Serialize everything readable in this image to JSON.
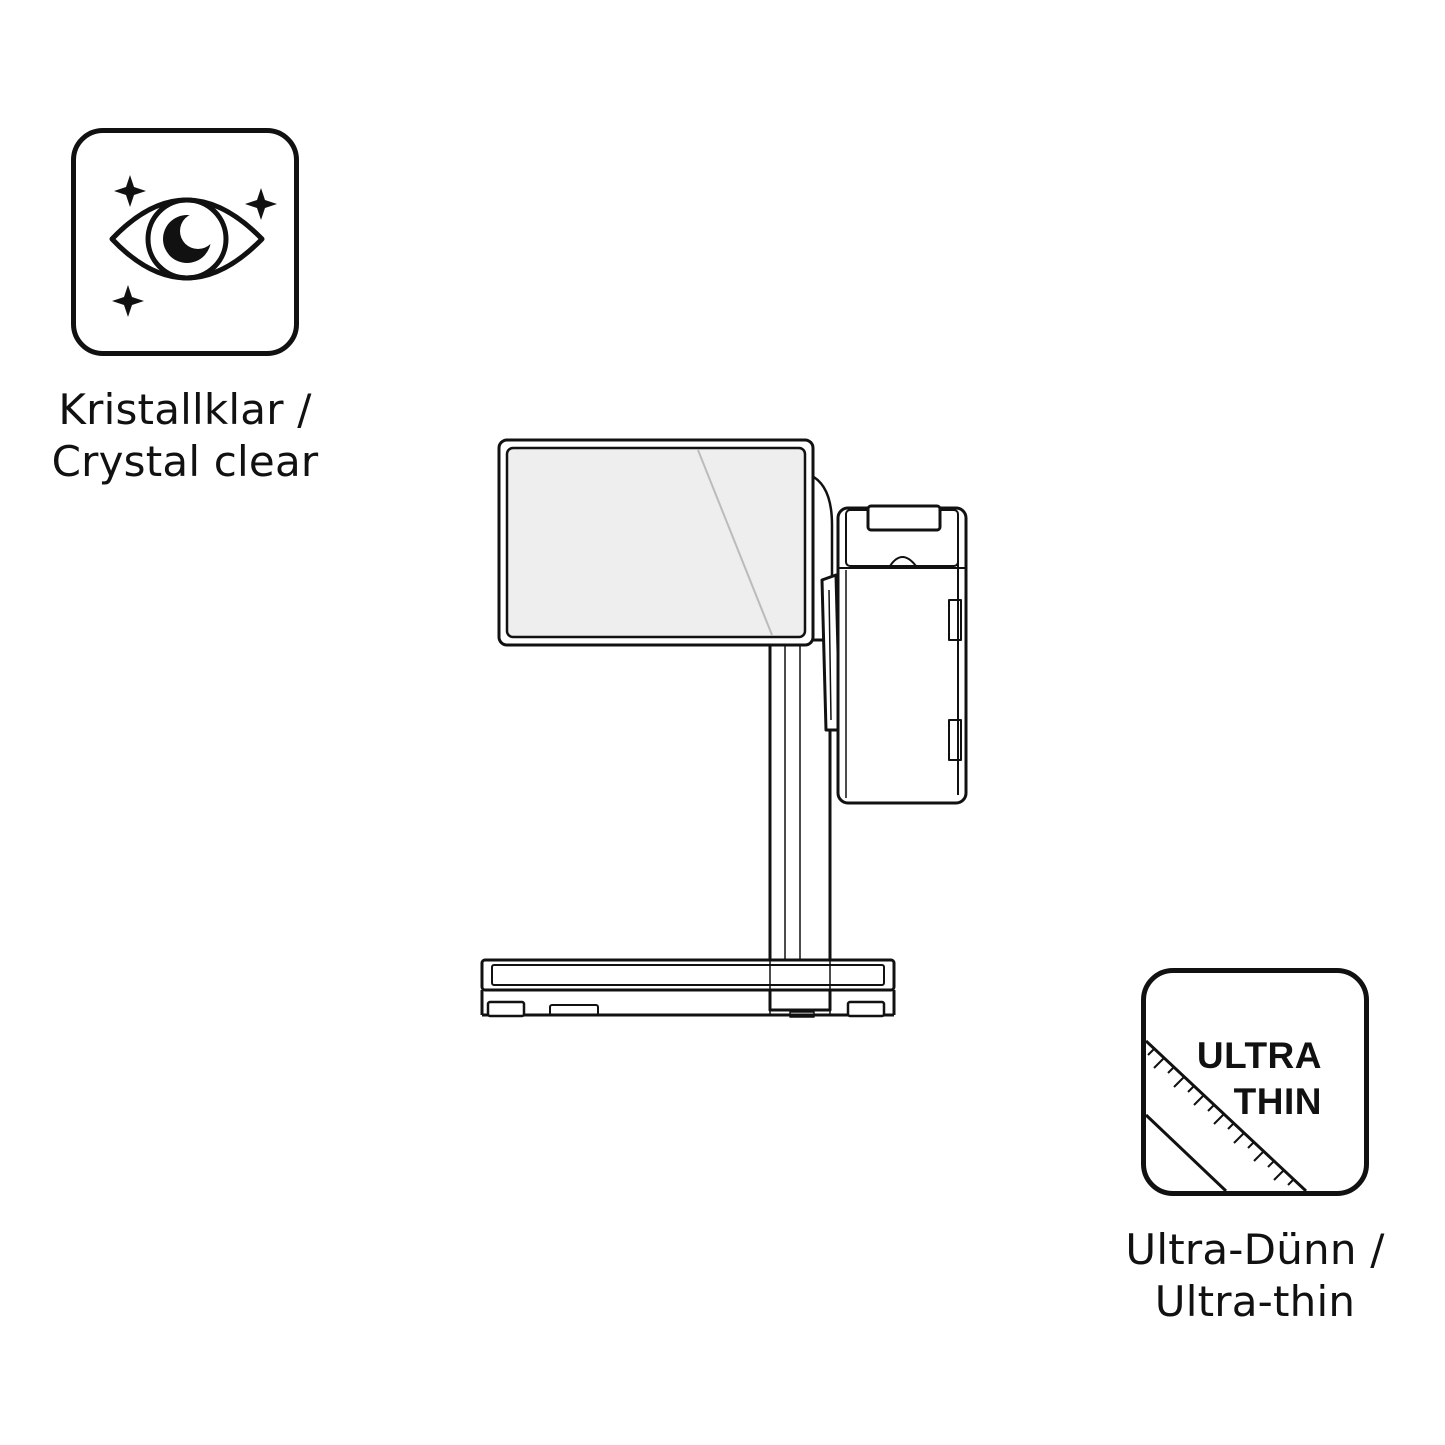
{
  "features": {
    "crystal_clear": {
      "icon": "sparkle-eye-icon",
      "label_line1": "Kristallklar /",
      "label_line2": "Crystal clear"
    },
    "ultra_thin": {
      "icon": "ruler-film-icon",
      "icon_text_line1": "ULTRA",
      "icon_text_line2": "THIN",
      "label_line1": "Ultra-Dünn /",
      "label_line2": "Ultra-thin"
    }
  },
  "colors": {
    "ink": "#111111",
    "screen_fill": "#eeeeee",
    "background": "#ffffff"
  }
}
